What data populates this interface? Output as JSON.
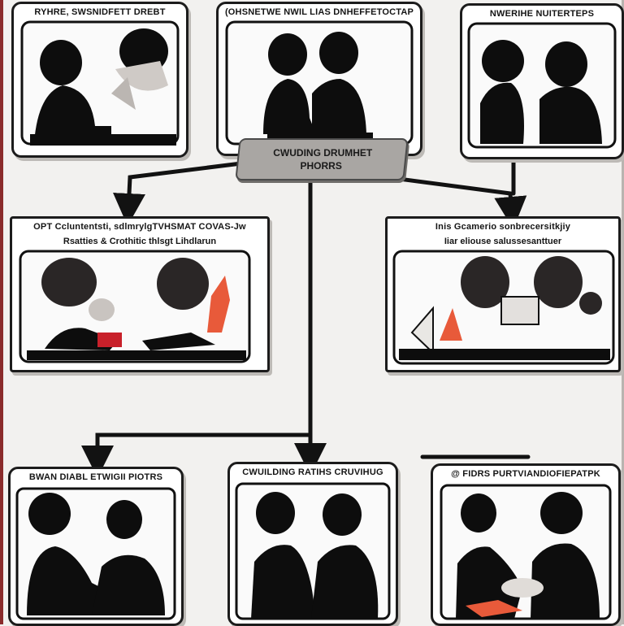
{
  "center_node": {
    "line1": "CWUDING DRUMHET",
    "line2": "PHORRS"
  },
  "panels": {
    "top_left": {
      "label": "RYHRE, SWSNIDFETT DREBT"
    },
    "top_center": {
      "label": "(OHSNETWE NWIL LIAS DNHEFFETOCTAP"
    },
    "top_right": {
      "label": "NWERIHE NUITERTEPS"
    },
    "mid_left": {
      "label": "OPT Ccluntentsti, sdlmrylgTVHSMAT COVAS-Jw",
      "sublabel": "Rsatties & Crothitic thlsgt Lihdlarun"
    },
    "mid_right": {
      "label": "Inis Gcamerio sonbrecersitkjiy",
      "sublabel": "Iiar eliouse salussesanttuer"
    },
    "bottom_left": {
      "label": "BWAN DIABL ETWIGII PIOTRS"
    },
    "bottom_center": {
      "label": "CWUILDING RATIHS CRUVIHUG"
    },
    "bottom_right": {
      "label": "@ FIDRS PURTVIANDIOFIEPATPK"
    }
  },
  "colors": {
    "silhouette": "#0d0d0d",
    "accent": "#e85a3a",
    "badge": "#a9a6a3",
    "line": "#121212"
  }
}
